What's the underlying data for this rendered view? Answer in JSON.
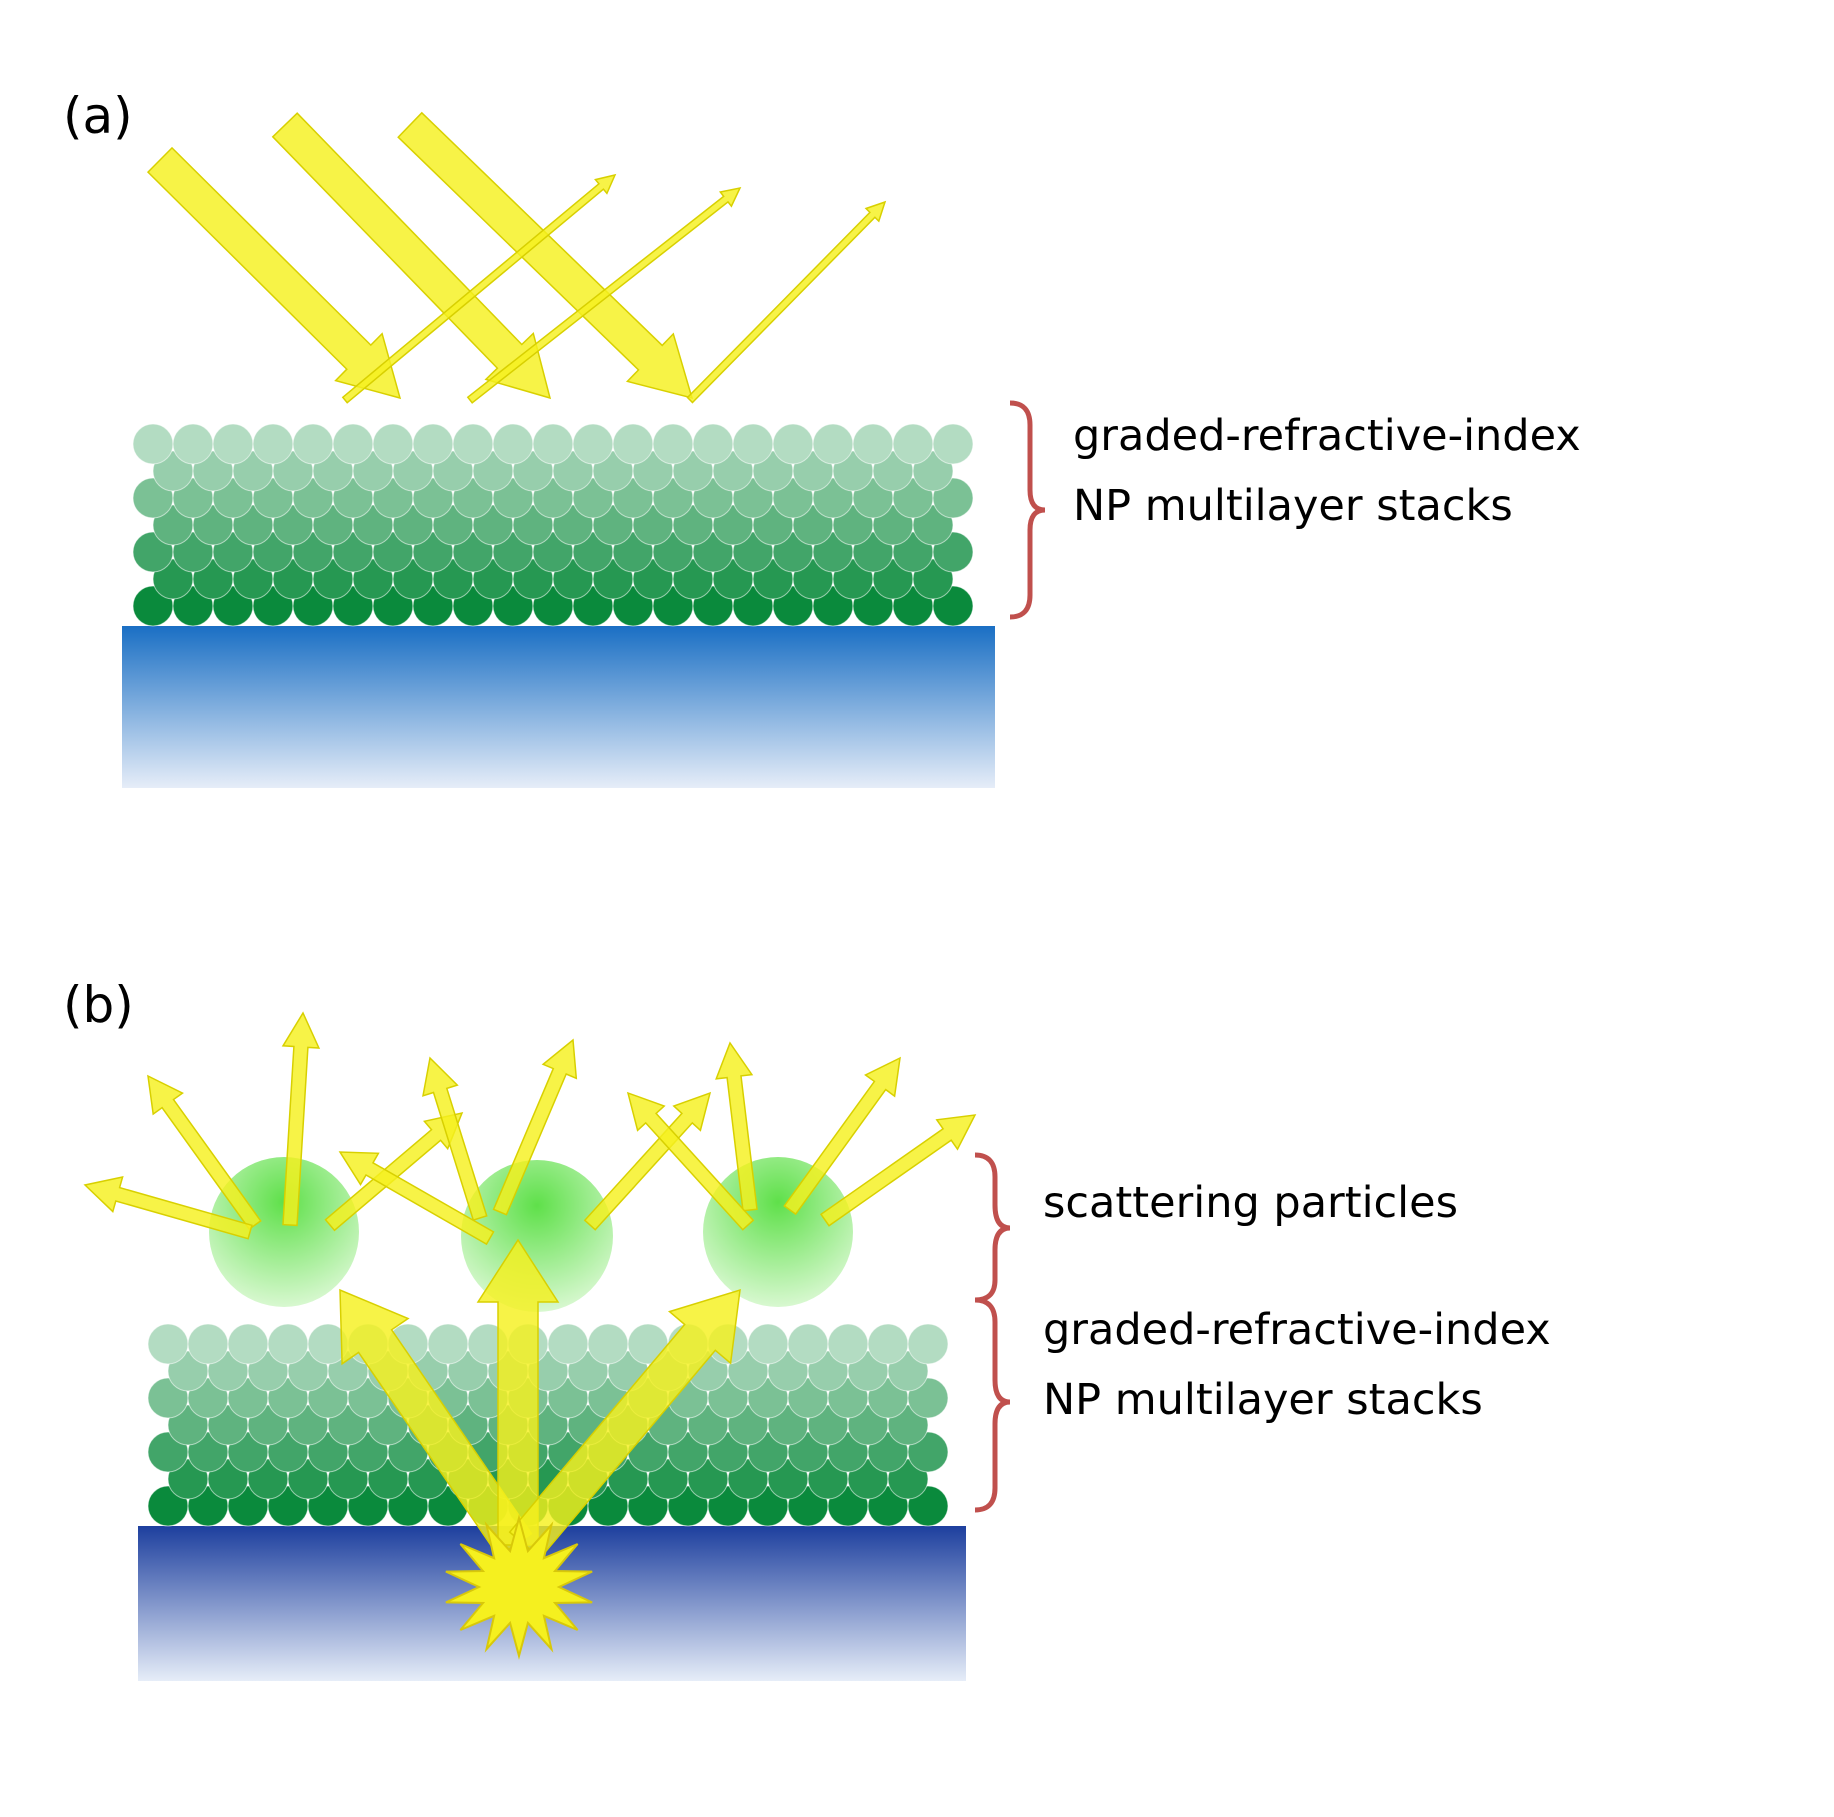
{
  "panel_a": {
    "label": "(a)",
    "stack_label_line1": "graded-refractive-index",
    "stack_label_line2": "NP multilayer stacks"
  },
  "panel_b": {
    "label": "(b)",
    "scatter_label": "scattering particles",
    "stack_label_line1": "graded-refractive-index",
    "stack_label_line2": "NP multilayer stacks"
  },
  "colors": {
    "np_dark": "#0a8a3c",
    "np_light": "#b3dcc2",
    "substrate_a_top": "#1a6fc4",
    "substrate_a_bottom": "#e6edf8",
    "substrate_b_top": "#1d3f9e",
    "substrate_b_bottom": "#e6edf8",
    "light_arrow": "#f5f01f",
    "scatter_particle": "#5fe04a",
    "brace": "#c0504d"
  }
}
